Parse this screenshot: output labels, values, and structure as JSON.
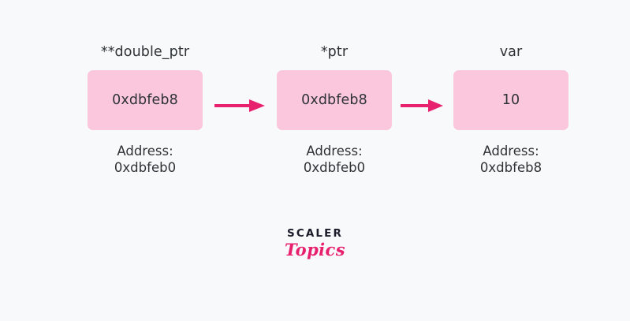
{
  "canvas": {
    "background_color": "#f7f9fa",
    "box_fill_color": "#fac7dc",
    "accent_color": "#e8216f",
    "text_color": "#2f3337"
  },
  "diagram": {
    "title": "pointer-to-pointer-memory-diagram",
    "nodes": [
      {
        "id": "double-ptr",
        "title": "**double_ptr",
        "value": "0xdbfeb8",
        "address_label": "Address:",
        "address_value": "0xdbfeb0"
      },
      {
        "id": "ptr",
        "title": "*ptr",
        "value": "0xdbfeb8",
        "address_label": "Address:",
        "address_value": "0xdbfeb0"
      },
      {
        "id": "var",
        "title": "var",
        "value": "10",
        "address_label": "Address:",
        "address_value": "0xdbfeb8"
      }
    ],
    "arrows": [
      {
        "id": "arrow-1",
        "from": "double-ptr",
        "to": "ptr",
        "icon": "arrow-right-icon"
      },
      {
        "id": "arrow-2",
        "from": "ptr",
        "to": "var",
        "icon": "arrow-right-icon"
      }
    ]
  },
  "logo": {
    "primary": "SCALER",
    "secondary": "Topics"
  }
}
